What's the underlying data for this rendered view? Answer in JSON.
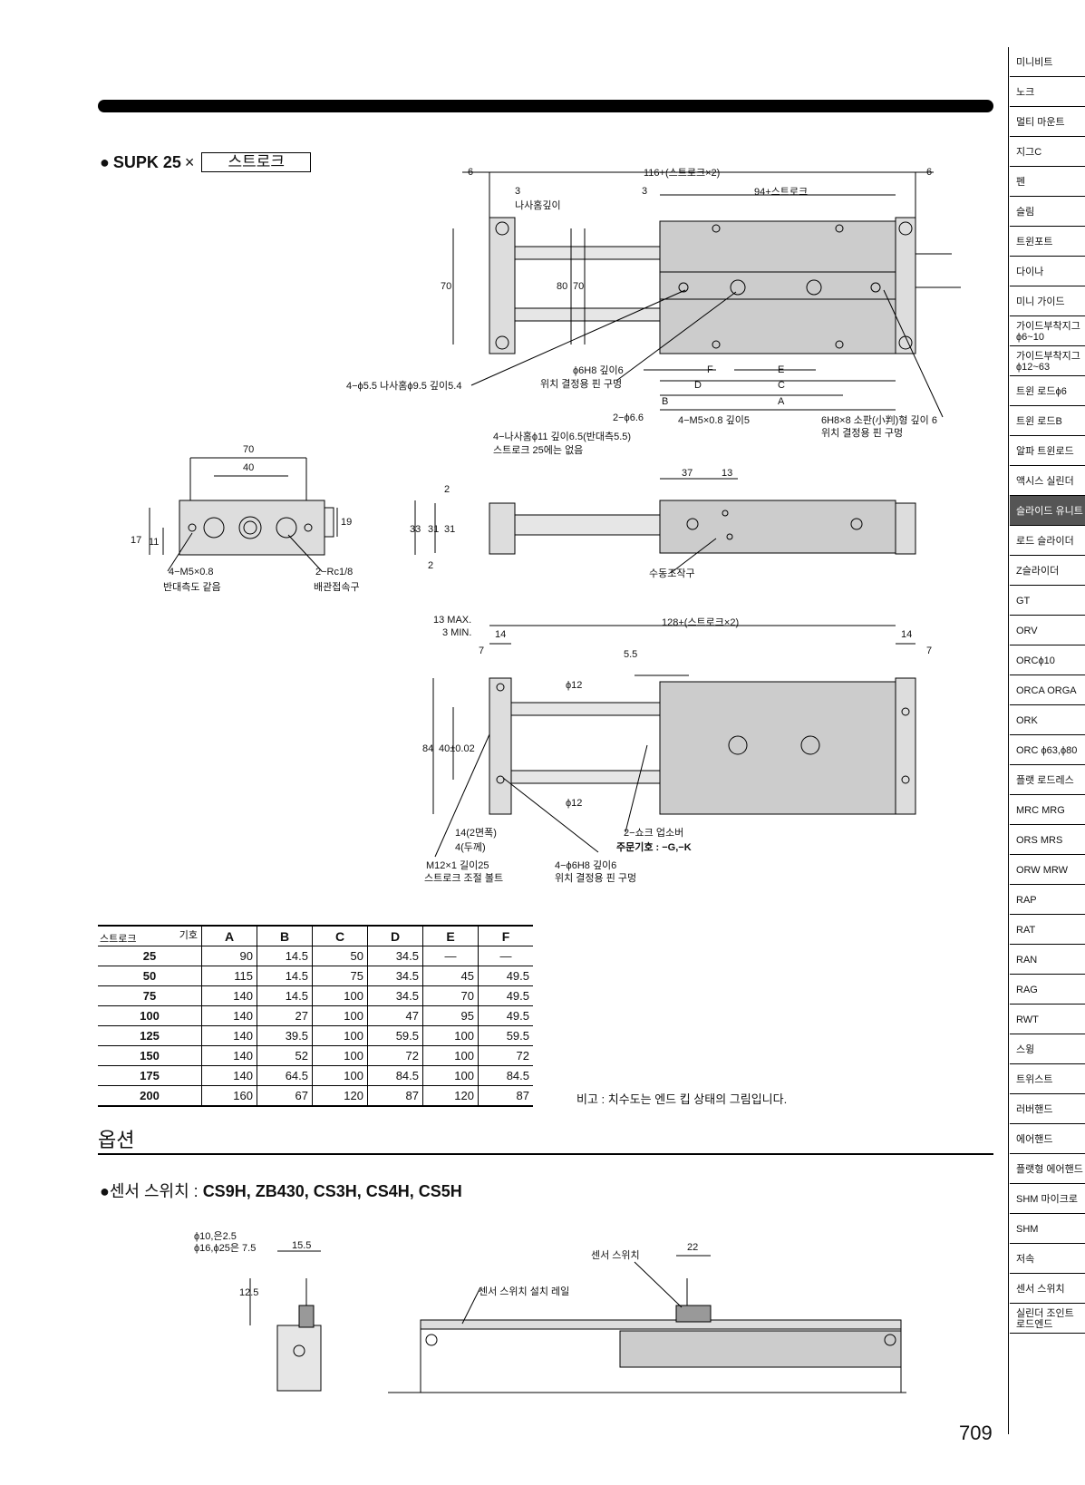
{
  "heading": {
    "model": "SUPK 25",
    "times": "×",
    "stroke_box": "스트로크"
  },
  "labels": {
    "dim_6a": "6",
    "dim_total": "116+(스트로크×2)",
    "dim_6b": "6",
    "dim_3a": "3",
    "dim_3b": "3",
    "dim_94": "94+스트로크",
    "thread_depth": "나사홈깊이",
    "dim_70": "70",
    "dim_80": "80",
    "dim_70b": "70",
    "pin_hole": "ϕ6H8 깊이6",
    "pin_hole_desc": "위치 결정용 핀 구멍",
    "thread_4": "4−ϕ5.5 나사홈ϕ9.5 깊이5.4",
    "letter_F": "F",
    "letter_E": "E",
    "letter_D": "D",
    "letter_C": "C",
    "letter_B": "B",
    "letter_A": "A",
    "hole_2": "2−ϕ6.6",
    "m5": "4−M5×0.8 깊이5",
    "small_pin": "6H8×8 소판(小判)형 깊이 6",
    "small_pin_desc": "위치 결정용 핀 구멍",
    "thread_11": "4−나사홈ϕ11 깊이6.5(반대측5.5)",
    "stroke25_note": "스트로크 25에는 없음",
    "end_70": "70",
    "end_40": "40",
    "end_17": "17",
    "end_11": "11",
    "end_19": "19",
    "end_m5": "4−M5×0.8",
    "end_m5_desc": "반대측도 같음",
    "end_rc": "2−Rc1/8",
    "end_rc_desc": "배관접속구",
    "side_2a": "2",
    "side_33": "33",
    "side_31a": "31",
    "side_31b": "31",
    "side_2b": "2",
    "side_37": "37",
    "side_13": "13",
    "manual": "수동조작구",
    "max13": "13 MAX.",
    "min3": "3 MIN.",
    "dim_128": "128+(스트로크×2)",
    "dim_14a": "14",
    "dim_14b": "14",
    "dim_7a": "7",
    "dim_7b": "7",
    "dim_55": "5.5",
    "dim_phi12a": "ϕ12",
    "dim_phi12b": "ϕ12",
    "dim_84": "84",
    "dim_40": "40±0.02",
    "width_14": "14(2면폭)",
    "thick_4": "4(두께)",
    "bolt": "M12×1 길이25",
    "bolt_desc": "스트로크 조절 볼트",
    "pin4": "4−ϕ6H8 깊이6",
    "pin4_desc": "위치 결정용 핀 구멍",
    "shock": "2−쇼크 업소버",
    "order_code": "주문기호 : −G,−K",
    "s_phi10": "ϕ10,은2.5",
    "s_phi16": "ϕ16,ϕ25은 7.5",
    "s_155": "15.5",
    "s_125": "12.5",
    "s_switch": "센서 스위치",
    "s_22": "22",
    "s_rail": "센서 스위치 설치 레일"
  },
  "table": {
    "corner_top": "기호",
    "corner_bottom": "스트로크",
    "columns": [
      "A",
      "B",
      "C",
      "D",
      "E",
      "F"
    ],
    "rows": [
      {
        "stroke": "25",
        "cells": [
          "90",
          "14.5",
          "50",
          "34.5",
          "—",
          "—"
        ]
      },
      {
        "stroke": "50",
        "cells": [
          "115",
          "14.5",
          "75",
          "34.5",
          "45",
          "49.5"
        ]
      },
      {
        "stroke": "75",
        "cells": [
          "140",
          "14.5",
          "100",
          "34.5",
          "70",
          "49.5"
        ]
      },
      {
        "stroke": "100",
        "cells": [
          "140",
          "27",
          "100",
          "47",
          "95",
          "49.5"
        ]
      },
      {
        "stroke": "125",
        "cells": [
          "140",
          "39.5",
          "100",
          "59.5",
          "100",
          "59.5"
        ]
      },
      {
        "stroke": "150",
        "cells": [
          "140",
          "52",
          "100",
          "72",
          "100",
          "72"
        ]
      },
      {
        "stroke": "175",
        "cells": [
          "140",
          "64.5",
          "100",
          "84.5",
          "100",
          "84.5"
        ]
      },
      {
        "stroke": "200",
        "cells": [
          "160",
          "67",
          "120",
          "87",
          "120",
          "87"
        ]
      }
    ]
  },
  "note": "비고 : 치수도는 엔드 킵 상태의 그림입니다.",
  "option_title": "옵션",
  "sensor": {
    "prefix": "●센서 스위치 : ",
    "models": "CS9H, ZB430, CS3H, CS4H, CS5H"
  },
  "page_number": "709",
  "sidebar": [
    "미니비트",
    "노크",
    "멀티 마운트",
    "지그C",
    "펜",
    "슬림",
    "트윈포트",
    "다이나",
    "미니 가이드",
    "가이드부착지그 ϕ6~10",
    "가이드부착지그 ϕ12~63",
    "트윈 로드ϕ6",
    "트윈 로드B",
    "알파 트윈로드",
    "액시스 실린더",
    "슬라이드 유니트",
    "로드 슬라이더",
    "Z슬라이더",
    "GT",
    "ORV",
    "ORCϕ10",
    "ORCA ORGA",
    "ORK",
    "ORC ϕ63,ϕ80",
    "플랫 로드레스",
    "MRC MRG",
    "ORS MRS",
    "ORW MRW",
    "RAP",
    "RAT",
    "RAN",
    "RAG",
    "RWT",
    "스윙",
    "트위스트",
    "러버핸드",
    "에어핸드",
    "플랫형 에어핸드",
    "SHM 마이크로",
    "SHM",
    "저속",
    "센서 스위치",
    "실린더 조인트 로드엔드"
  ],
  "sidebar_active": 15
}
